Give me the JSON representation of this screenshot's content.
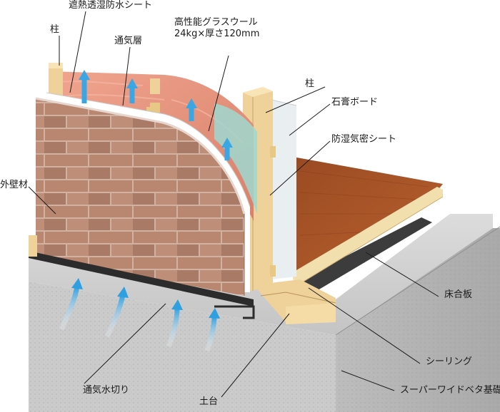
{
  "labels": {
    "sheet": "遮熱透湿防水シート",
    "pillar_left": "柱",
    "vent_layer": "通気層",
    "insulation_line1": "高性能グラスウール",
    "insulation_line2": "24kg×厚さ120mm",
    "pillar_right": "柱",
    "gypsum_board": "石膏ボード",
    "vapor_barrier": "防湿気密シート",
    "exterior_wall": "外壁材",
    "floor_board": "床合板",
    "sealing": "シーリング",
    "vent_drip": "通気水切り",
    "sill": "土台",
    "foundation": "スーパーワイドベタ基礎"
  },
  "colors": {
    "brick": "#b98670",
    "brick_dark": "#a07460",
    "mortar": "#cfb2a2",
    "insulation": "#e3907a",
    "wood": "#ecd39a",
    "concrete": "#c9c9c9",
    "floor": "#a8552a",
    "airflow": "#3aa7e4",
    "vapor_sheet": "#a8e1e9"
  }
}
